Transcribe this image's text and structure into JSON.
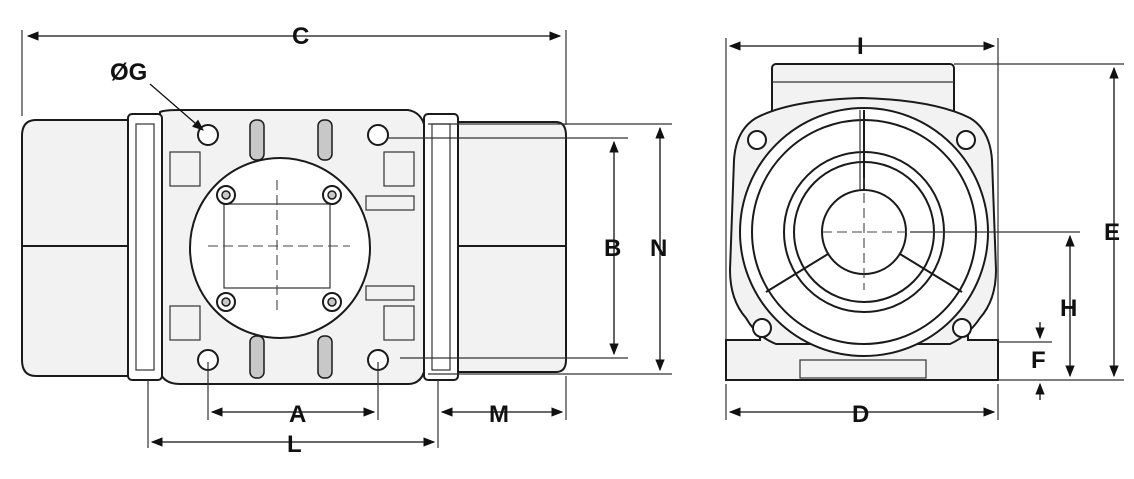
{
  "labels": {
    "C": "C",
    "G": "ØG",
    "B": "B",
    "N": "N",
    "A": "A",
    "L": "L",
    "M": "M",
    "I": "I",
    "E": "E",
    "H": "H",
    "F": "F",
    "D": "D"
  }
}
